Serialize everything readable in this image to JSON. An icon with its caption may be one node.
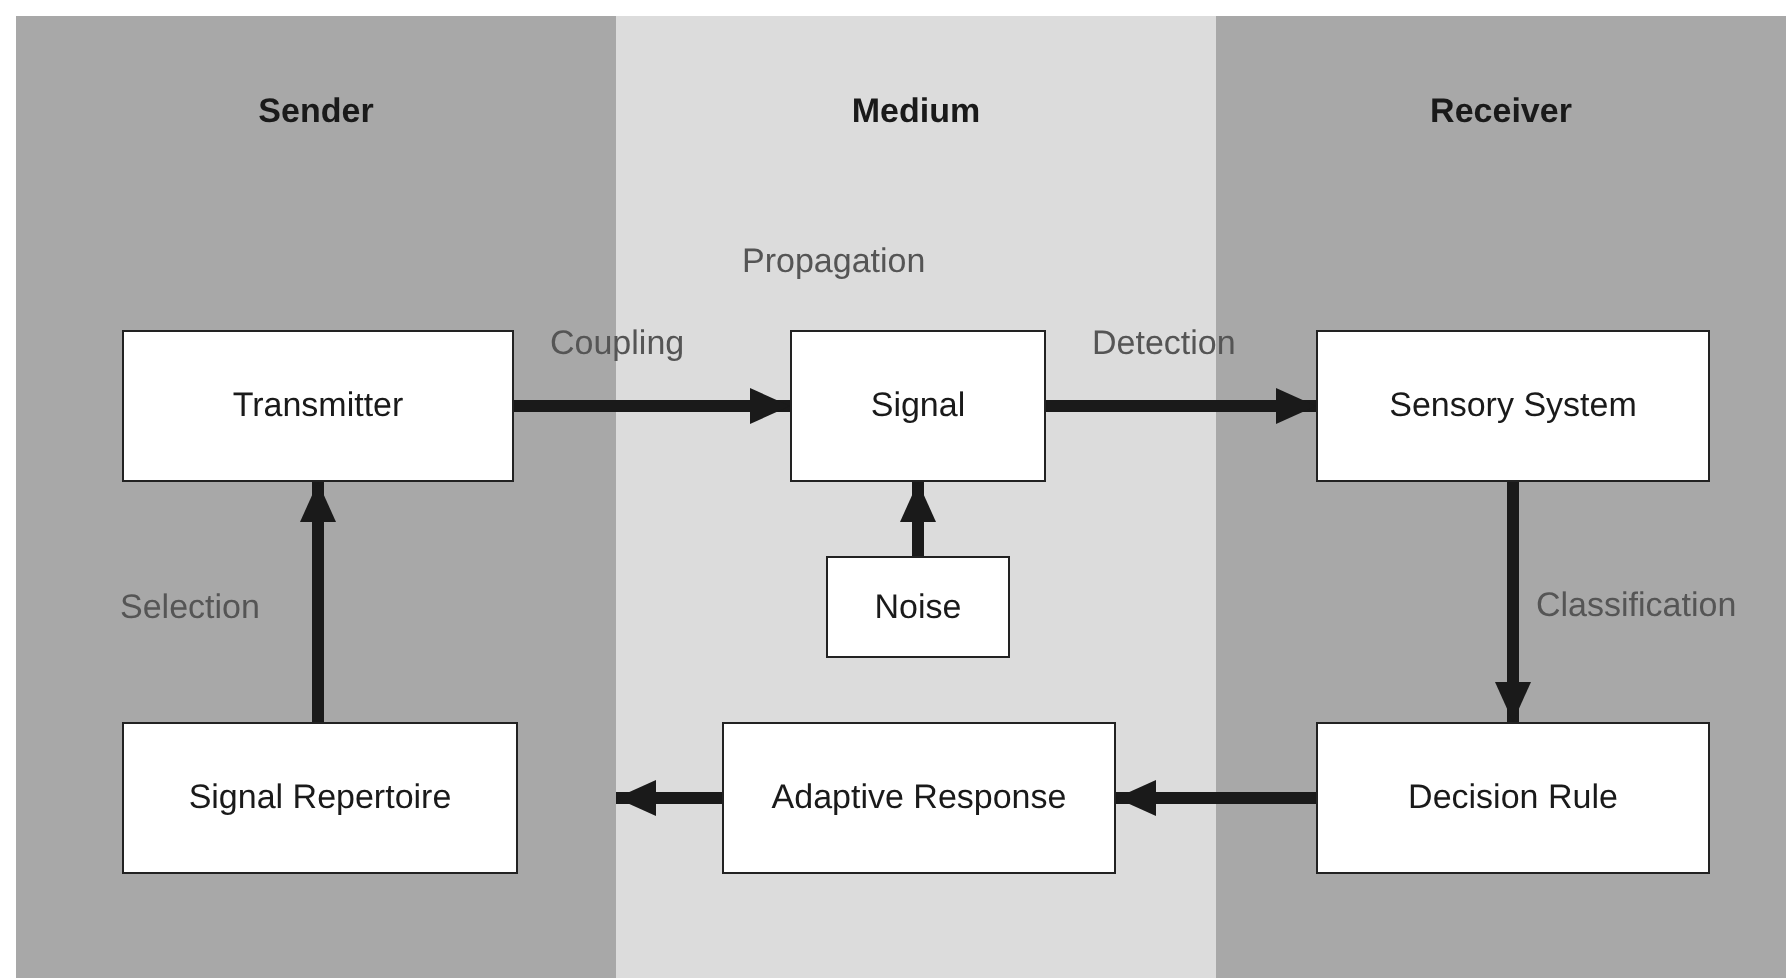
{
  "diagram": {
    "nodes": [
      {
        "text": [
          "Sender"
        ]
      },
      {
        "text": [
          "Medium"
        ]
      },
      {
        "text": [
          "Receiver"
        ]
      },
      {
        "text": [
          "Transmitter"
        ],
        "in": 0
      },
      {
        "text": [
          "Signal Repertoire"
        ],
        "in": 0
      },
      {
        "text": [
          "Signal"
        ],
        "in": 1,
        "beside": [
          "Propagation"
        ]
      },
      {
        "text": [
          "Noise"
        ],
        "in": 1
      },
      {
        "text": [
          "Adaptive Response"
        ],
        "in": 1
      },
      {
        "text": [
          "Sensory System"
        ],
        "in": 2
      },
      {
        "text": [
          "Decision Rule"
        ],
        "in": 2
      }
    ],
    "edges": [
      {
        "from": 3,
        "to": 5,
        "arrow": "to",
        "label": "Coupling"
      },
      {
        "from": 5,
        "to": 8,
        "arrow": "to",
        "label": "Detection"
      },
      {
        "from": 6,
        "to": 5,
        "arrow": "to"
      },
      {
        "from": 8,
        "to": 9,
        "arrow": "to",
        "label": "Classification"
      },
      {
        "from": 9,
        "to": 7,
        "arrow": "to"
      },
      {
        "from": 7,
        "to": 0,
        "arrow": "to"
      },
      {
        "from": 4,
        "to": 3,
        "arrow": "to",
        "label": "Selection"
      }
    ]
  }
}
